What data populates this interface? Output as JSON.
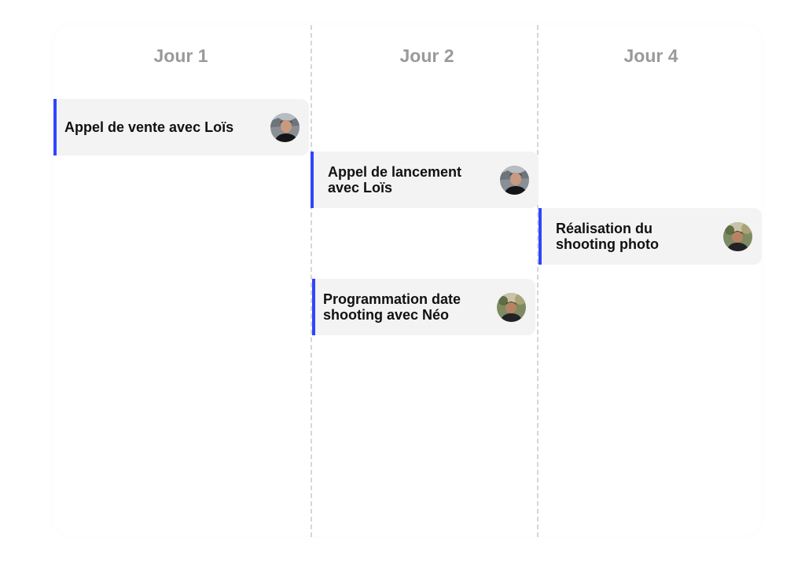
{
  "columns": [
    {
      "label": "Jour 1"
    },
    {
      "label": "Jour 2"
    },
    {
      "label": "Jour 4"
    }
  ],
  "cards": [
    {
      "title": "Appel de vente avec Loïs",
      "avatar": "person-lois-avatar"
    },
    {
      "title": "Appel de lancement\navec Loïs",
      "avatar": "person-lois-avatar"
    },
    {
      "title": "Réalisation du\nshooting photo",
      "avatar": "person-neo-avatar"
    },
    {
      "title": "Programmation date\nshooting avec Néo",
      "avatar": "person-neo-avatar"
    }
  ],
  "colors": {
    "accent": "#2f45ff",
    "card_background": "#f3f3f3",
    "header_text": "#9a9a9a",
    "card_text": "#111111",
    "divider": "#d6d6d6"
  }
}
